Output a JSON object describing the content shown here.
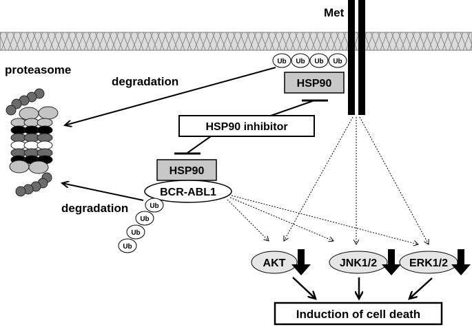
{
  "labels": {
    "met": "Met",
    "proteasome": "proteasome",
    "degradation_top": "degradation",
    "degradation_bottom": "degradation",
    "hsp90_membrane": "HSP90",
    "hsp90_inhibitor": "HSP90 inhibitor",
    "hsp90_cyto": "HSP90",
    "bcr_abl1": "BCR-ABL1",
    "akt": "AKT",
    "jnk": "JNK1/2",
    "erk": "ERK1/2",
    "outcome": "Induction of cell death"
  },
  "ubiquitin_label": "Ub",
  "membrane_ub": [
    "Ub",
    "Ub",
    "Ub",
    "Ub"
  ],
  "chain_ub": [
    "Ub",
    "Ub",
    "Ub",
    "Ub"
  ],
  "colors": {
    "membrane": "#d4d4d4",
    "hsp90_box": "#c8c8c8",
    "node_fill": "#e6e6e6",
    "proteasome_dark": "#6b6b6b",
    "proteasome_light": "#c4c4c4",
    "proteasome_black": "#000000"
  }
}
